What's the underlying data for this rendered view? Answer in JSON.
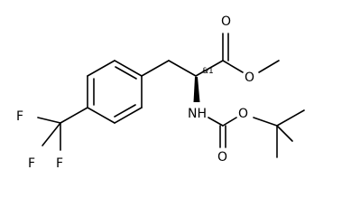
{
  "molecule": {
    "atoms": {
      "fluorine_top": "F",
      "fluorine_left": "F",
      "fluorine_bottom": "F",
      "nitrogen": "NH",
      "ester_carbonyl_oxygen": "O",
      "ester_oxygen": "O",
      "carbamate_oxygen": "O",
      "carbamate_carbonyl_oxygen": "O"
    },
    "stereo_descriptor": "&1"
  },
  "colors": {
    "bond": "#000000",
    "text": "#000000",
    "background": "#ffffff"
  }
}
